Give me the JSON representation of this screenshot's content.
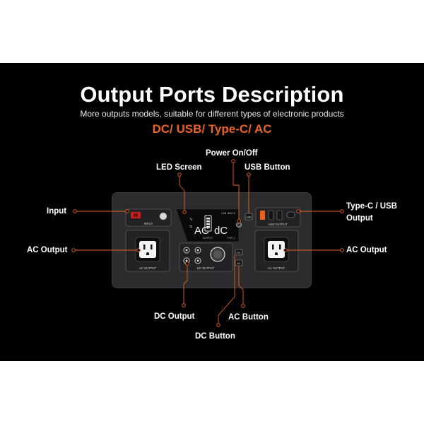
{
  "header": {
    "title": "Output Ports Description",
    "subtitle": "More outputs models, suitable for different types of electronic products",
    "accent_line": "DC/ USB/ Type-C/ AC"
  },
  "colors": {
    "accent": "#e8641e",
    "background": "#000000",
    "device_body": "#2c2c2e"
  },
  "callouts": {
    "power": "Power On/Off",
    "led": "LED Screen",
    "usb_button": "USB Button",
    "input": "Input",
    "typec_line1": "Type-C / USB",
    "typec_line2": "Output",
    "ac_left": "AC Output",
    "ac_right": "AC Output",
    "dc_output": "DC Output",
    "ac_button": "AC Button",
    "dc_button": "DC Button"
  },
  "device": {
    "input_label": "INPUT",
    "usb_output_label": "USB OUTPUT",
    "dc_output_label": "DC OUTPUT",
    "ac_output_label": "AC OUTPUT",
    "screen_ac": "AC",
    "screen_dc": "dC",
    "screen_output": "OUTPUT",
    "screen_usb": "USB",
    "screen_bms": "BMS",
    "screen_e": "E",
    "screen_typec": "TYPE_C",
    "usb_btn_tag": "USB",
    "dc_btn_tag": "DC",
    "ac_btn_tag": "AC"
  }
}
